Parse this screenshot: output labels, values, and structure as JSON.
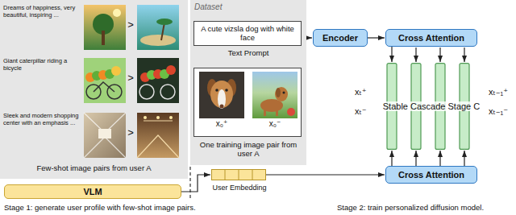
{
  "diagram": {
    "nodes": [
      {
        "text": [
          "Dreams of happiness, very beautiful, inspiring ...",
          "Giant caterpillar riding a bicycle",
          "Sleek and modern shopping center with an emphasis ...",
          "Few-shot image pairs from user A"
        ]
      },
      {
        "text": [
          "Dataset"
        ]
      },
      {
        "text": [
          "A cute vizsla dog with white face",
          "Text Prompt"
        ],
        "in": 1
      },
      {
        "text": [
          "x₀⁺",
          "x₀⁻",
          "One training image pair from user A"
        ],
        "in": 1
      },
      {
        "text": [
          "Encoder"
        ]
      },
      {
        "text": [
          "Cross Attention"
        ]
      },
      {
        "text": [
          "Stable Cascade Stage C"
        ]
      },
      {
        "text": [
          "Cross Attention"
        ]
      },
      {
        "text": [
          "VLM"
        ]
      },
      {
        "text": [
          "User Embedding"
        ]
      }
    ],
    "edges": [
      {
        "from": 2,
        "to": 4,
        "arrow": "to"
      },
      {
        "from": 4,
        "to": 5,
        "arrow": "to"
      },
      {
        "from": 5,
        "to": 6,
        "arrow": "to"
      },
      {
        "from": 7,
        "to": 6,
        "arrow": "to"
      },
      {
        "from": 8,
        "to": 9,
        "arrow": "to"
      },
      {
        "from": 9,
        "to": 7,
        "arrow": "to"
      }
    ],
    "labels": [
      ">",
      ">",
      ">",
      "xₜ⁺",
      "xₜ⁻",
      "xₜ₋₁⁺",
      "xₜ₋₁⁻",
      "Stage 1: generate user profile with few-shot image pairs.",
      "Stage 2: train personalized diffusion model."
    ]
  }
}
